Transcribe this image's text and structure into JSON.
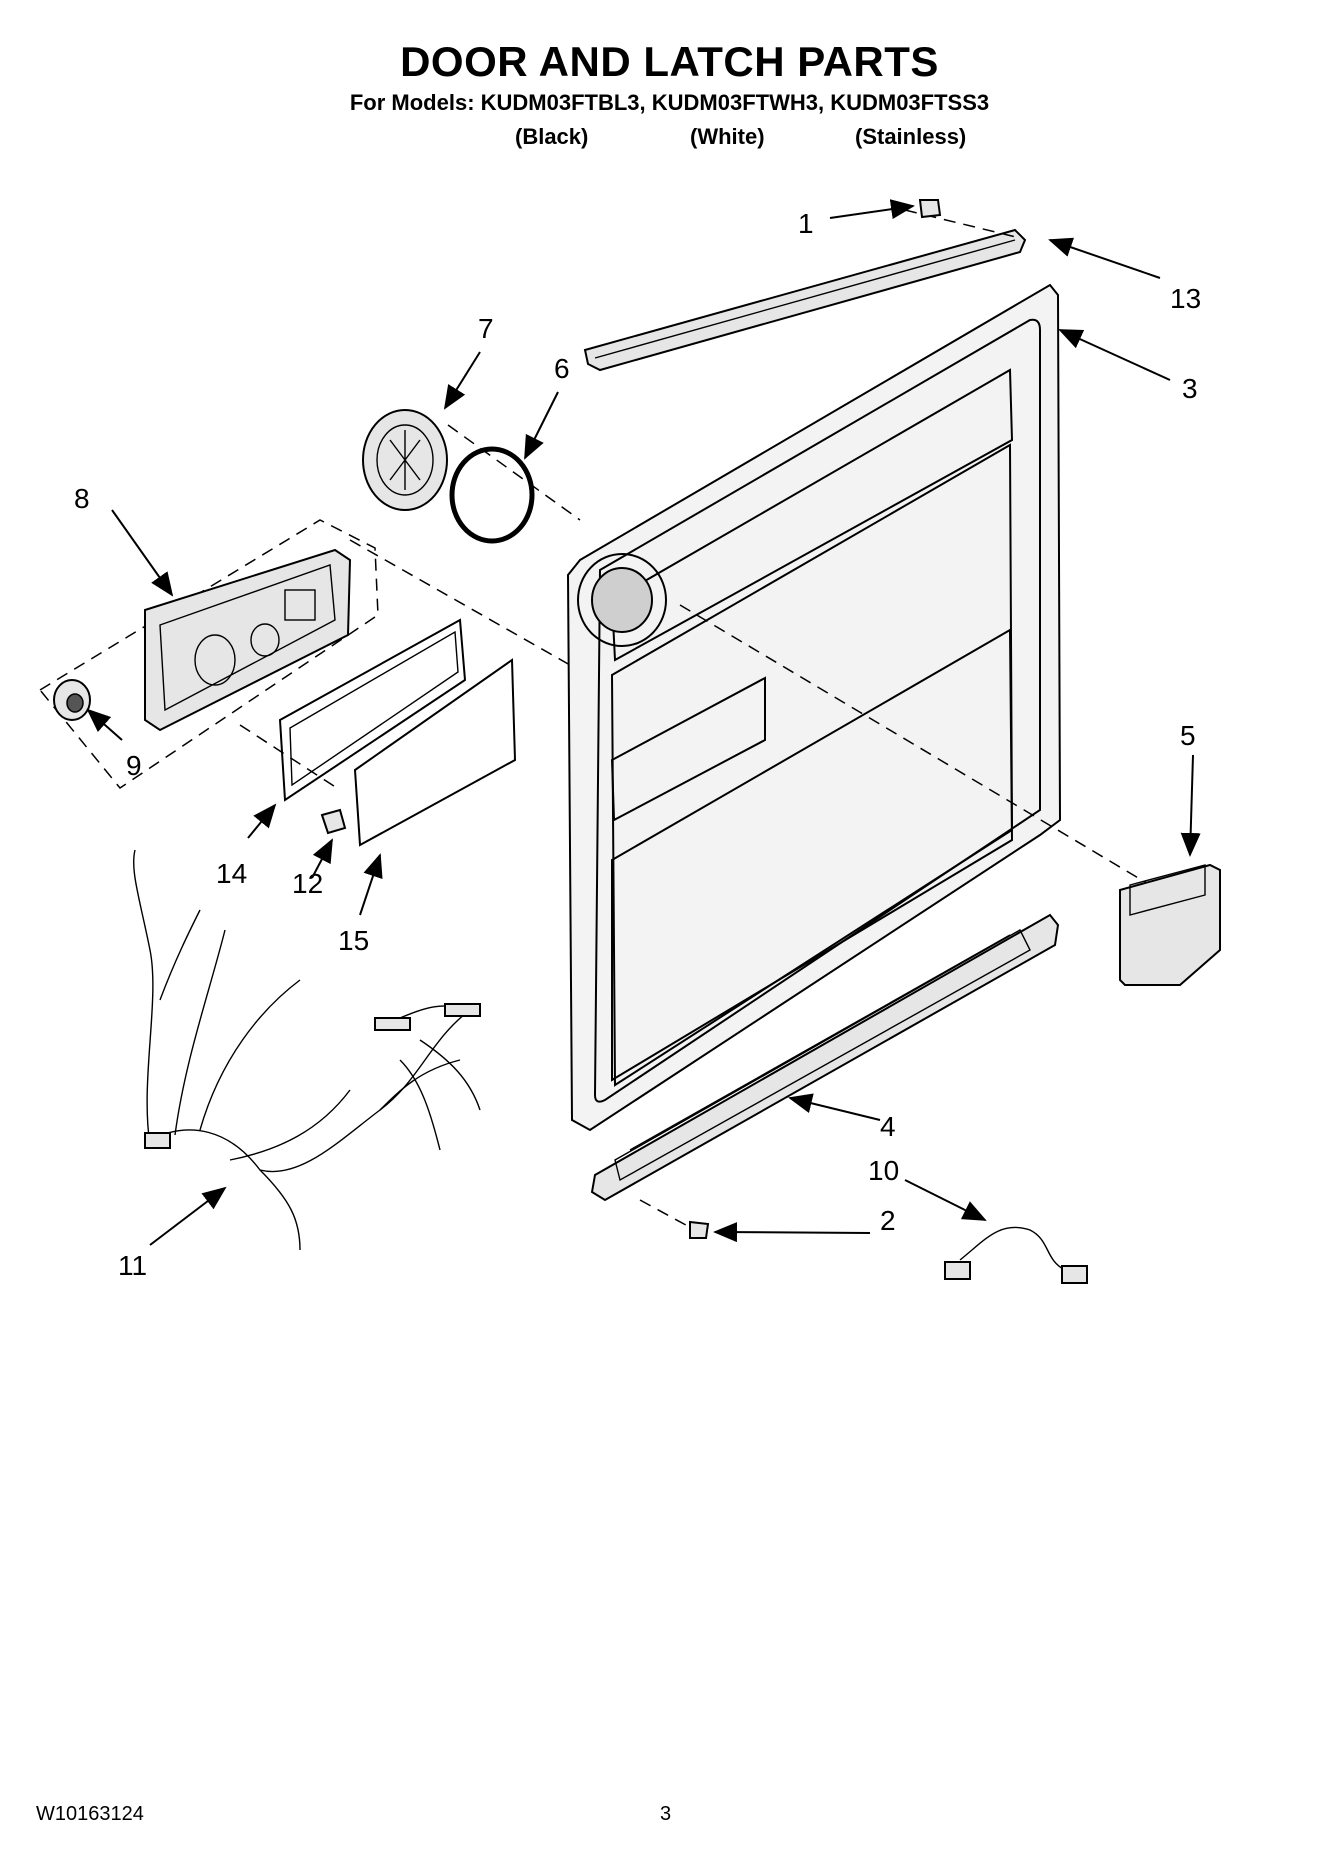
{
  "header": {
    "title": "DOOR AND LATCH PARTS",
    "models_line": "For Models: KUDM03FTBL3, KUDM03FTWH3, KUDM03FTSS3",
    "variants": [
      "(Black)",
      "(White)",
      "(Stainless)"
    ]
  },
  "callouts": [
    "1",
    "2",
    "3",
    "4",
    "5",
    "6",
    "7",
    "8",
    "9",
    "10",
    "11",
    "12",
    "13",
    "14",
    "15"
  ],
  "footer": {
    "doc_number": "W10163124",
    "page_number": "3"
  }
}
